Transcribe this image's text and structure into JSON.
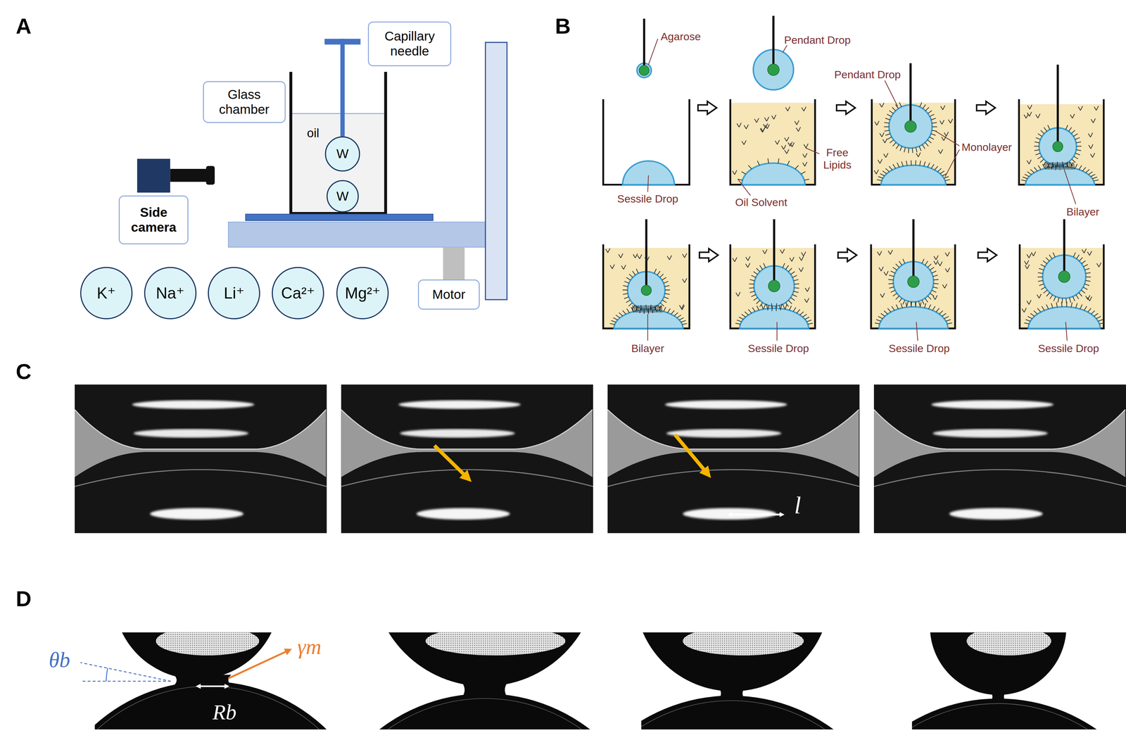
{
  "diagram": {
    "nodes": [
      {
        "text": [
          "Capillary needle"
        ]
      },
      {
        "text": [
          "Glass chamber"
        ]
      },
      {
        "text": [
          "W"
        ]
      },
      {
        "text": [
          "W"
        ]
      },
      {
        "text": [
          "Side camera"
        ]
      },
      {
        "text": [
          "K⁺"
        ]
      },
      {
        "text": [
          "Na⁺"
        ]
      },
      {
        "text": [
          "Li⁺"
        ]
      },
      {
        "text": [
          "Ca²⁺"
        ]
      },
      {
        "text": [
          "Mg²⁺"
        ]
      },
      {
        "text": [
          "Motor"
        ]
      }
    ],
    "labels": [
      "A",
      "oil",
      "B",
      "Agarose",
      "Pendant Drop",
      "Sessile Drop",
      "Oil Solvent",
      "Free Lipids",
      "Pendant Drop",
      "Monolayer",
      "Bilayer",
      "Bilayer",
      "Sessile Drop",
      "Sessile Drop",
      "Sessile Drop",
      "C",
      "l",
      "D",
      "θb",
      "γm",
      "Rb"
    ]
  }
}
